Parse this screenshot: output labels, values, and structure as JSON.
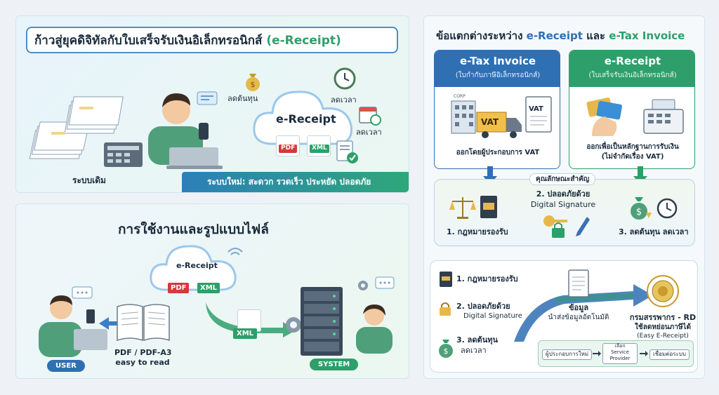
{
  "colors": {
    "blue": "#2f6fb3",
    "green": "#2e9f6a",
    "teal": "#1aa3a3",
    "banner_left": "#2c7fb8",
    "banner_right": "#2ea879",
    "dark_text": "#1a2b3c"
  },
  "panel1": {
    "title_main": "ก้าวสู่ยุคดิจิทัลกับใบเสร็จรับเงินอิเล็กทรอนิกส์",
    "title_paren": "(e-Receipt)",
    "old_system_label": "ระบบเดิม",
    "cloud_label": "e-Receipt",
    "pdf_label": "PDF",
    "xml_label": "XML",
    "cost_label": "ลดต้นทุน",
    "time_label_1": "ลดเวลา",
    "time_label_2": "ลดเวลา",
    "new_system_banner": "ระบบใหม่: สะดวก รวดเร็ว ประหยัด ปลอดภัย"
  },
  "panel2": {
    "title": "การใช้งานและรูปแบบไฟล์",
    "cloud_label": "e-Receipt",
    "pdf_label": "PDF",
    "xml_label": "XML",
    "xml_arrow_label": "XML",
    "format_line1": "PDF / PDF-A3",
    "format_line2": "easy to read",
    "user_badge": "USER",
    "system_badge": "SYSTEM"
  },
  "panel3": {
    "title_prefix": "ข้อแตกต่างระหว่าง",
    "title_ereceipt": "e-Receipt",
    "title_and": "และ",
    "title_etax": "e-Tax Invoice",
    "etax_header": "e-Tax Invoice",
    "etax_sub": "(ใบกำกับภาษีอิเล็กทรอนิกส์)",
    "etax_corp": "CORP",
    "etax_vat_truck": "VAT",
    "etax_vat_doc": "VAT",
    "etax_caption": "ออกโดยผู้ประกอบการ VAT",
    "erec_header": "e-Receipt",
    "erec_sub": "(ใบเสร็จรับเงินอิเล็กทรอนิกส์)",
    "erec_caption1": "ออกเพื่อเป็นหลักฐานการรับเงิน",
    "erec_caption2": "(ไม่จำกัดเรื่อง VAT)",
    "features_title": "คุณลักษณะสำคัญ",
    "feature_1": "1. กฎหมายรองรับ",
    "feature_2_line1": "2. ปลอดภัยด้วย",
    "feature_2_line2": "Digital Signature",
    "feature_3": "3. ลดต้นทุน ลดเวลา",
    "flow_1": "1. กฎหมายรองรับ",
    "flow_2_line1": "2. ปลอดภัยด้วย",
    "flow_2_line2": "Digital Signature",
    "flow_3_line1": "3. ลดต้นทุน",
    "flow_3_line2": "ลดเวลา",
    "doc_line1": "ข้อมูล",
    "doc_line2": "นำส่งข้อมูลอัตโนมัติ",
    "rd_line1": "กรมสรรพากร - RD",
    "rd_line2": "ใช้ลดหย่อนภาษีได้",
    "rd_line3": "(Easy E-Receipt)",
    "step_1": "ผู้ประกอบการใหม่",
    "step_2_line1": "เลือก",
    "step_2_line2": "Service",
    "step_2_line3": "Provider",
    "step_3": "เชื่อมต่อระบบ"
  }
}
